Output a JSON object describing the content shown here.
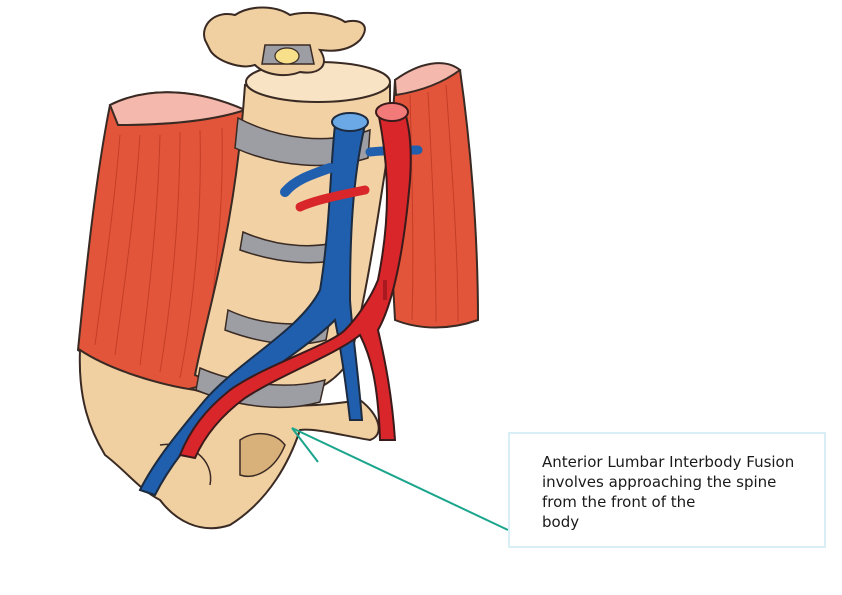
{
  "callout": {
    "lines": [
      "Anterior Lumbar Interbody Fusion",
      "involves approaching the spine",
      "from the front of the",
      "body"
    ]
  },
  "colors": {
    "muscle": "#d9482b",
    "muscle_top": "#f2b1a6",
    "bone": "#f0cfa0",
    "disc": "#9c9ea3",
    "artery": "#d8262b",
    "vein": "#1f5fae",
    "leader_line": "#1aa58c"
  }
}
